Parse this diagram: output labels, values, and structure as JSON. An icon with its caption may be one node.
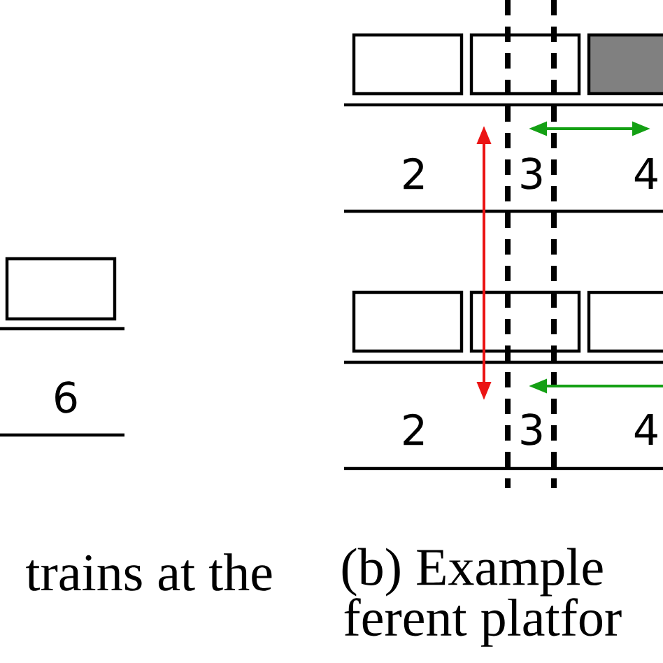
{
  "diagram": {
    "nodes": [
      {
        "text": [],
        "shape": "box"
      },
      {
        "text": [],
        "shape": "box"
      },
      {
        "text": [],
        "shape": "box"
      },
      {
        "text": [],
        "shape": "box"
      },
      {
        "text": [],
        "shape": "box"
      },
      {
        "text": [],
        "shape": "box"
      },
      {
        "text": [],
        "shape": "box"
      }
    ],
    "labels": [
      "6",
      "2",
      "3",
      "4",
      "2",
      "3",
      "4",
      "trains at the",
      "(b) Example",
      "ferent platfor"
    ]
  }
}
